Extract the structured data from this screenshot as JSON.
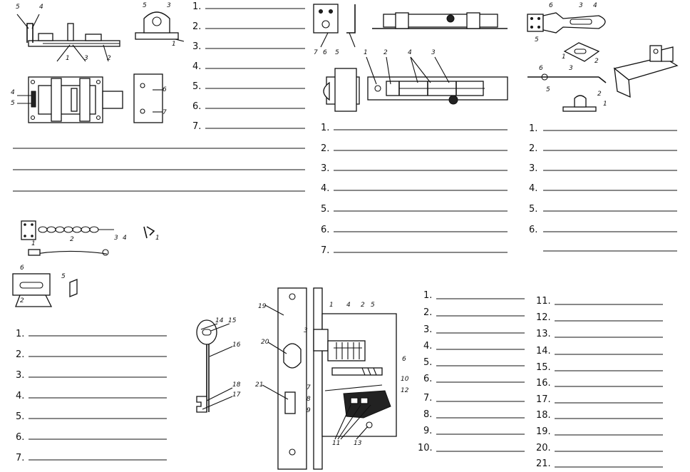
{
  "worksheet": {
    "sec_latch": {
      "callouts": [
        "5",
        "4",
        "3",
        "1",
        "2",
        "4",
        "5",
        "5",
        "3",
        "1",
        "6",
        "7"
      ],
      "numbers": [
        "1.",
        "2.",
        "3.",
        "4.",
        "5.",
        "6.",
        "7."
      ]
    },
    "sec_barrel": {
      "callouts": [
        "7",
        "6",
        "5",
        "1",
        "2",
        "4",
        "3"
      ],
      "numbers": [
        "1.",
        "2.",
        "3.",
        "4.",
        "5.",
        "6.",
        "7."
      ]
    },
    "sec_hasp": {
      "callouts": [
        "6",
        "3",
        "4",
        "5",
        "1",
        "2",
        "6",
        "3",
        "5",
        "2",
        "1"
      ],
      "numbers": [
        "1.",
        "2.",
        "3.",
        "4.",
        "5.",
        "6."
      ]
    },
    "sec_chain": {
      "callouts": [
        "1",
        "2",
        "3",
        "4",
        "1",
        "6",
        "5",
        "2"
      ],
      "numbers": [
        "1.",
        "2.",
        "3.",
        "4.",
        "5.",
        "6.",
        "7."
      ]
    },
    "sec_lock": {
      "key_callouts": [
        "14",
        "15",
        "16",
        "18",
        "17"
      ],
      "lock_callouts": [
        "19",
        "20",
        "21",
        "1",
        "4",
        "2",
        "5",
        "3",
        "6",
        "7",
        "8",
        "9",
        "10",
        "12",
        "11",
        "13"
      ],
      "numbers_left": [
        "1.",
        "2.",
        "3.",
        "4.",
        "5.",
        "6.",
        "7.",
        "8.",
        "9.",
        "10."
      ],
      "numbers_right": [
        "11.",
        "12.",
        "13.",
        "14.",
        "15.",
        "16.",
        "17.",
        "18.",
        "19.",
        "20.",
        "21."
      ]
    }
  }
}
